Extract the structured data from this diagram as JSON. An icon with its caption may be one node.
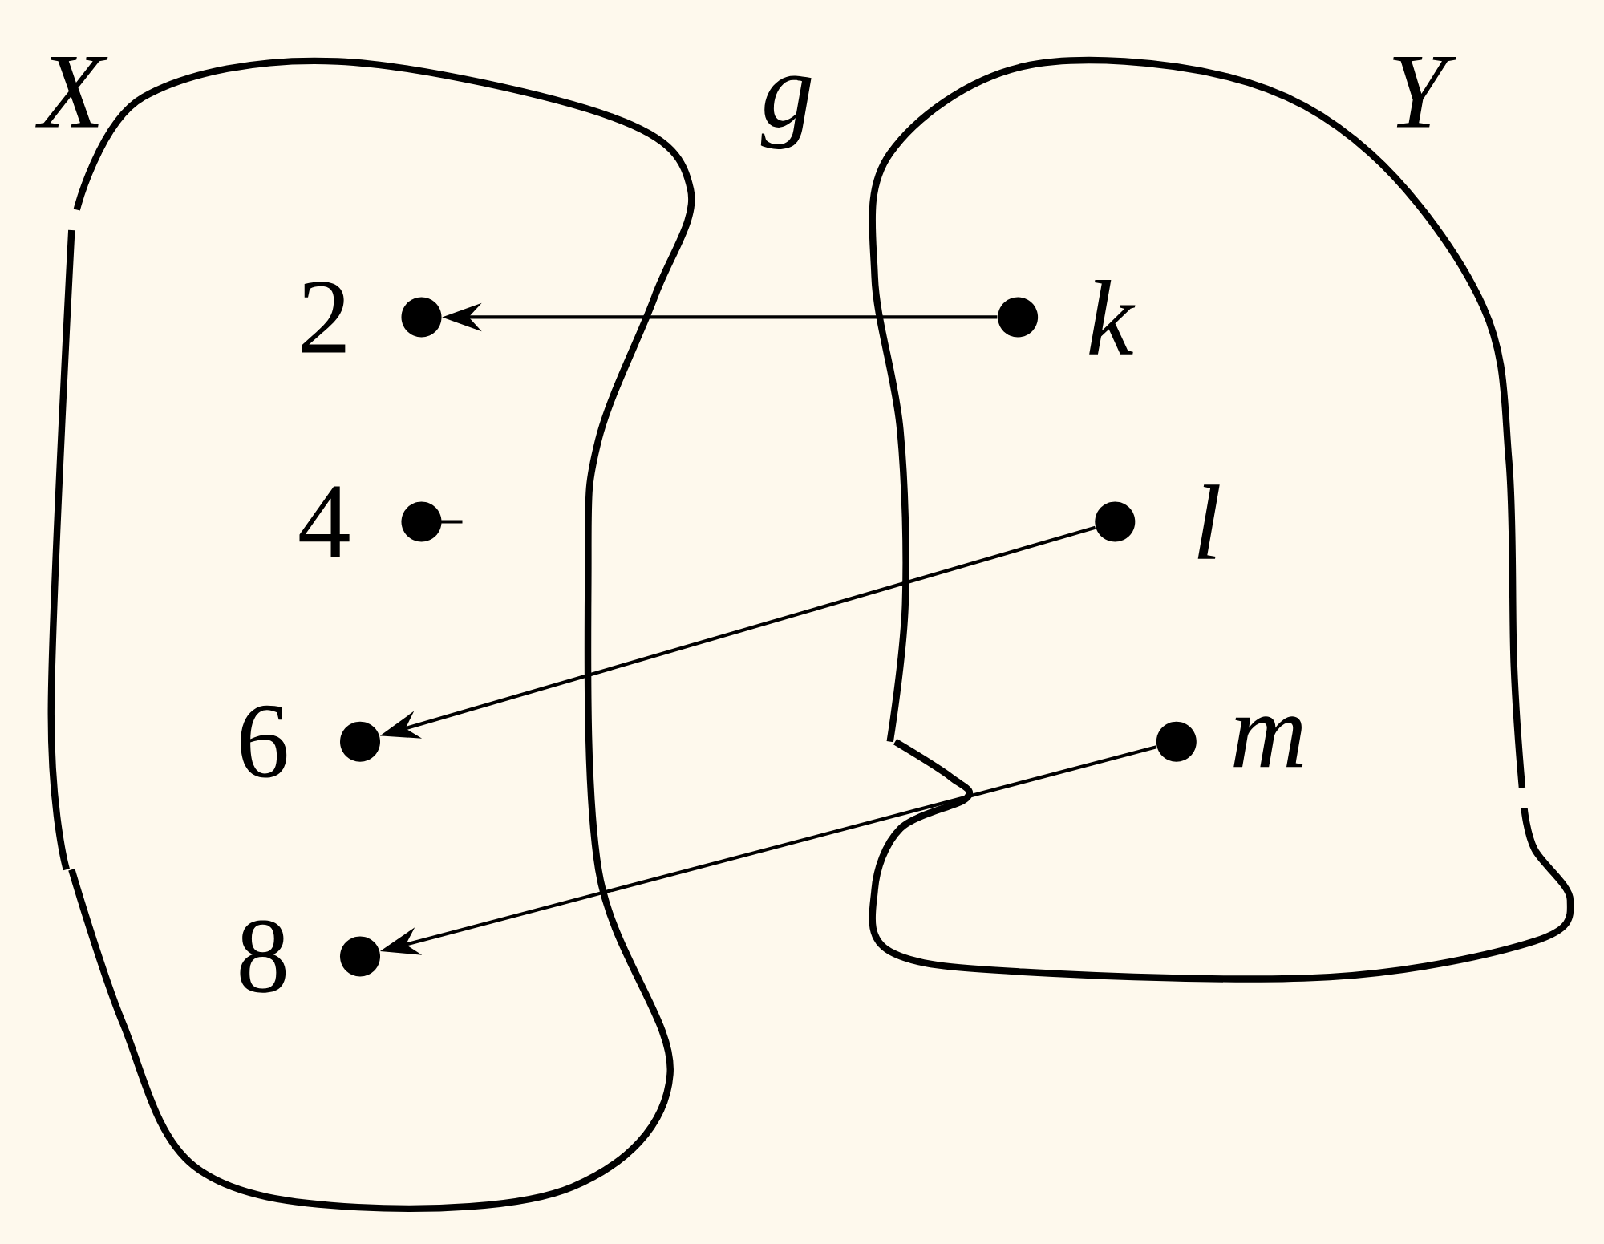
{
  "diagram": {
    "nodes": [
      {
        "text": [
          "X"
        ]
      },
      {
        "text": [
          "Y"
        ]
      },
      {
        "text": [
          "2"
        ],
        "in": 0
      },
      {
        "text": [
          "4"
        ],
        "in": 0
      },
      {
        "text": [
          "6"
        ],
        "in": 0
      },
      {
        "text": [
          "8"
        ],
        "in": 0
      },
      {
        "text": [
          "k"
        ],
        "in": 1
      },
      {
        "text": [
          "l"
        ],
        "in": 1
      },
      {
        "text": [
          "m"
        ],
        "in": 1
      }
    ],
    "edges": [
      {
        "from": 6,
        "to": 2,
        "arrow": "to"
      },
      {
        "from": 7,
        "to": 4,
        "arrow": "to"
      },
      {
        "from": 8,
        "to": 5,
        "arrow": "to"
      }
    ],
    "labels": [
      "g"
    ]
  }
}
